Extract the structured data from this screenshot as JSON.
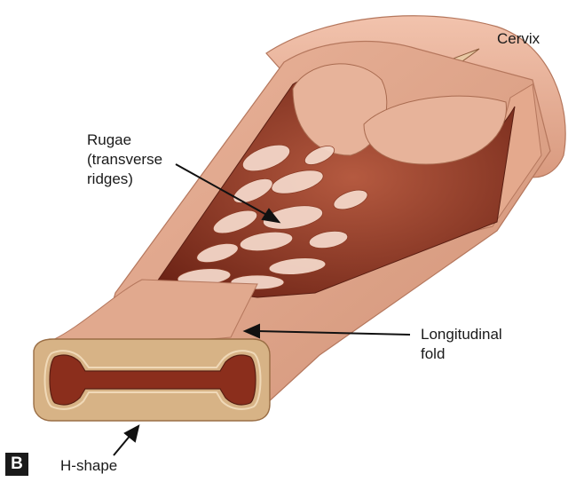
{
  "panel_letter": "B",
  "labels": {
    "cervix": "Cervix",
    "rugae_line1": "Rugae",
    "rugae_line2": "(transverse",
    "rugae_line3": "ridges)",
    "longitudinal_line1": "Longitudinal",
    "longitudinal_line2": "fold",
    "hshape": "H-shape"
  },
  "colors": {
    "tissue": "#e0a88e",
    "tissue_dark": "#c98469",
    "cavity": "#7a2a1a",
    "cavity_light": "#a84a33",
    "ridge_highlight": "#f4dcd0",
    "wall_section": "#d9b48a",
    "lumen": "#8b2e1c",
    "label_text": "#1a1a1a"
  }
}
